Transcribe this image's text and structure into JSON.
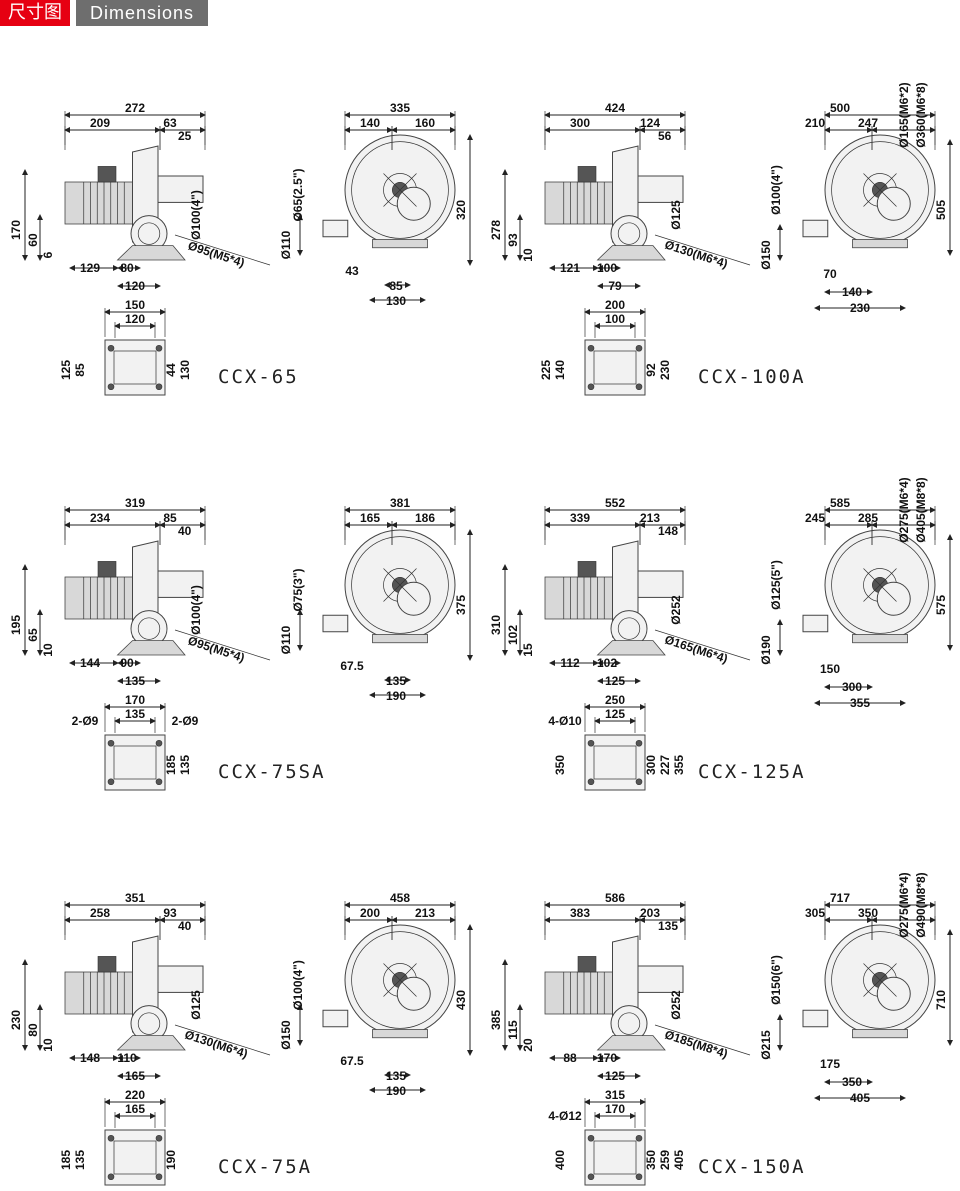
{
  "header": {
    "title_cn": "尺寸图",
    "title_en": "Dimensions"
  },
  "models": [
    {
      "name": "CCX-65",
      "side": [
        "272",
        "209",
        "63",
        "25",
        "Ø100(4\")",
        "170",
        "60",
        "6",
        "129",
        "80",
        "120",
        "Ø95(M5*4)"
      ],
      "front": [
        "335",
        "140",
        "160",
        "Ø65(2.5\")",
        "Ø110",
        "320",
        "43",
        "85",
        "130"
      ],
      "base": [
        "150",
        "120",
        "125",
        "85",
        "44",
        "130"
      ]
    },
    {
      "name": "CCX-100A",
      "side": [
        "424",
        "300",
        "124",
        "56",
        "Ø125",
        "278",
        "93",
        "10",
        "121",
        "100",
        "79",
        "Ø130(M6*4)"
      ],
      "front": [
        "500",
        "210",
        "247",
        "Ø165(M6*2)",
        "Ø360(M6*8)",
        "Ø100(4\")",
        "Ø150",
        "505",
        "70",
        "140",
        "230"
      ],
      "base": [
        "200",
        "100",
        "225",
        "140",
        "92",
        "230"
      ]
    },
    {
      "name": "CCX-75SA",
      "side": [
        "319",
        "234",
        "85",
        "40",
        "Ø100(4\")",
        "195",
        "65",
        "10",
        "144",
        "90",
        "135",
        "Ø95(M5*4)"
      ],
      "front": [
        "381",
        "165",
        "186",
        "Ø75(3\")",
        "Ø110",
        "375",
        "67.5",
        "135",
        "190"
      ],
      "base": [
        "170",
        "135",
        "2-Ø9",
        "2-Ø9",
        "185",
        "135"
      ]
    },
    {
      "name": "CCX-125A",
      "side": [
        "552",
        "339",
        "213",
        "148",
        "Ø252",
        "310",
        "102",
        "15",
        "112",
        "102",
        "125",
        "Ø165(M6*4)"
      ],
      "front": [
        "585",
        "245",
        "285",
        "Ø275(M6*4)",
        "Ø405(M8*8)",
        "Ø125(5\")",
        "Ø190",
        "575",
        "150",
        "300",
        "355"
      ],
      "base": [
        "250",
        "125",
        "4-Ø10",
        "350",
        "300",
        "227",
        "355"
      ]
    },
    {
      "name": "CCX-75A",
      "side": [
        "351",
        "258",
        "93",
        "40",
        "Ø125",
        "230",
        "80",
        "10",
        "148",
        "110",
        "165",
        "Ø130(M6*4)"
      ],
      "front": [
        "458",
        "200",
        "213",
        "Ø100(4\")",
        "Ø150",
        "430",
        "67.5",
        "135",
        "190"
      ],
      "base": [
        "220",
        "165",
        "185",
        "135",
        "190"
      ]
    },
    {
      "name": "CCX-150A",
      "side": [
        "586",
        "383",
        "203",
        "135",
        "Ø252",
        "385",
        "115",
        "20",
        "88",
        "170",
        "125",
        "Ø185(M8*4)"
      ],
      "front": [
        "717",
        "305",
        "350",
        "Ø275(M6*4)",
        "Ø490(M8*8)",
        "Ø150(6\")",
        "Ø215",
        "710",
        "175",
        "350",
        "405"
      ],
      "base": [
        "315",
        "170",
        "4-Ø12",
        "400",
        "350",
        "259",
        "405"
      ]
    }
  ]
}
